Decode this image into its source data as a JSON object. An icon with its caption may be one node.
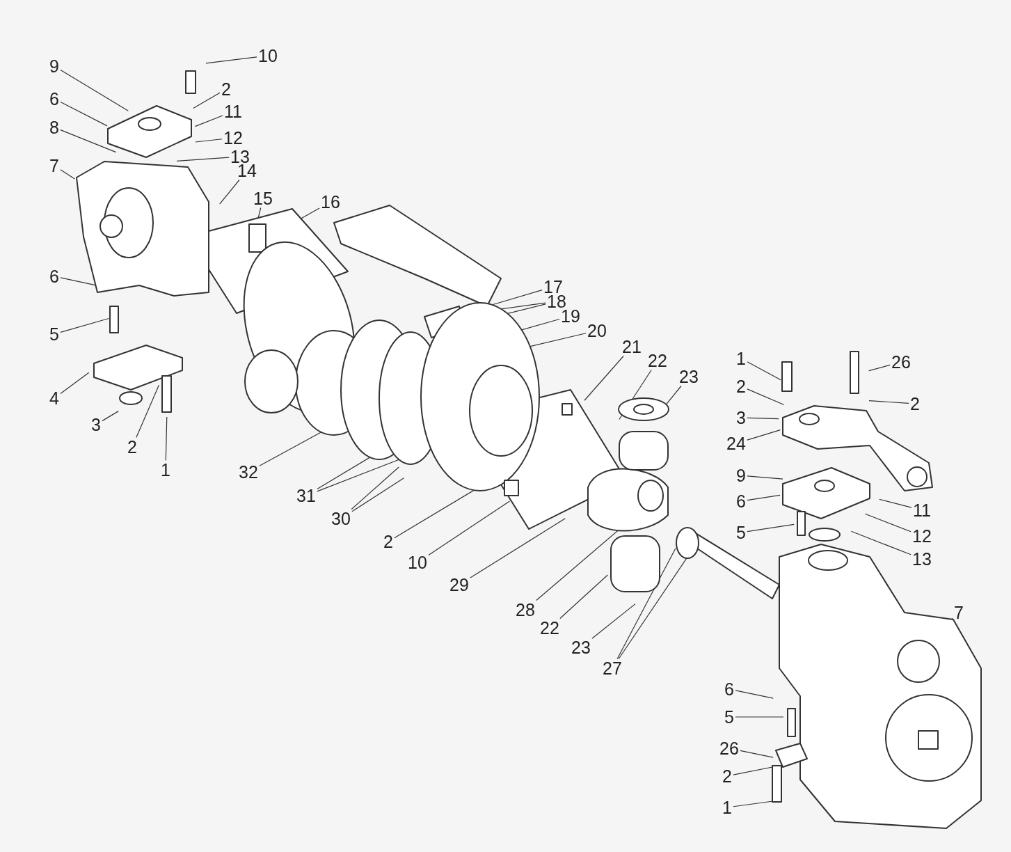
{
  "diagram": {
    "nodes": [
      {
        "text": [
          "9"
        ]
      },
      {
        "text": [
          "10"
        ]
      },
      {
        "text": [
          "2"
        ]
      },
      {
        "text": [
          "6"
        ]
      },
      {
        "text": [
          "11"
        ]
      },
      {
        "text": [
          "12"
        ]
      },
      {
        "text": [
          "8"
        ]
      },
      {
        "text": [
          "13"
        ]
      },
      {
        "text": [
          "7"
        ]
      },
      {
        "text": [
          "14"
        ]
      },
      {
        "text": [
          "15"
        ]
      },
      {
        "text": [
          "16"
        ]
      },
      {
        "text": [
          "6"
        ]
      },
      {
        "text": [
          "5"
        ]
      },
      {
        "text": [
          "4"
        ]
      },
      {
        "text": [
          "3"
        ]
      },
      {
        "text": [
          "2"
        ]
      },
      {
        "text": [
          "1"
        ]
      },
      {
        "text": [
          "17"
        ]
      },
      {
        "text": [
          "18"
        ]
      },
      {
        "text": [
          "19"
        ]
      },
      {
        "text": [
          "20"
        ]
      },
      {
        "text": [
          "21"
        ]
      },
      {
        "text": [
          "22"
        ]
      },
      {
        "text": [
          "23"
        ]
      },
      {
        "text": [
          "32"
        ]
      },
      {
        "text": [
          "31"
        ]
      },
      {
        "text": [
          "30"
        ]
      },
      {
        "text": [
          "2"
        ]
      },
      {
        "text": [
          "10"
        ]
      },
      {
        "text": [
          "29"
        ]
      },
      {
        "text": [
          "28"
        ]
      },
      {
        "text": [
          "22"
        ]
      },
      {
        "text": [
          "23"
        ]
      },
      {
        "text": [
          "27"
        ]
      },
      {
        "text": [
          "1"
        ]
      },
      {
        "text": [
          "26"
        ]
      },
      {
        "text": [
          "2"
        ]
      },
      {
        "text": [
          "2"
        ]
      },
      {
        "text": [
          "3"
        ]
      },
      {
        "text": [
          "24"
        ]
      },
      {
        "text": [
          "9"
        ]
      },
      {
        "text": [
          "11"
        ]
      },
      {
        "text": [
          "6"
        ]
      },
      {
        "text": [
          "12"
        ]
      },
      {
        "text": [
          "5"
        ]
      },
      {
        "text": [
          "13"
        ]
      },
      {
        "text": [
          "7"
        ]
      },
      {
        "text": [
          "6"
        ]
      },
      {
        "text": [
          "5"
        ]
      },
      {
        "text": [
          "26"
        ]
      },
      {
        "text": [
          "2"
        ]
      },
      {
        "text": [
          "1"
        ]
      }
    ],
    "edges": [
      {
        "from": 0,
        "to": null,
        "arrow": "none"
      },
      {
        "from": 1,
        "to": null,
        "arrow": "none"
      },
      {
        "from": 2,
        "to": null,
        "arrow": "none"
      },
      {
        "from": 3,
        "to": null,
        "arrow": "none"
      },
      {
        "from": 4,
        "to": null,
        "arrow": "none"
      },
      {
        "from": 5,
        "to": null,
        "arrow": "none"
      },
      {
        "from": 6,
        "to": null,
        "arrow": "none"
      },
      {
        "from": 7,
        "to": null,
        "arrow": "none"
      },
      {
        "from": 8,
        "to": null,
        "arrow": "none"
      },
      {
        "from": 9,
        "to": null,
        "arrow": "none"
      },
      {
        "from": 10,
        "to": null,
        "arrow": "none"
      },
      {
        "from": 11,
        "to": null,
        "arrow": "none"
      },
      {
        "from": 12,
        "to": null,
        "arrow": "none"
      },
      {
        "from": 13,
        "to": null,
        "arrow": "none"
      },
      {
        "from": 14,
        "to": null,
        "arrow": "none"
      },
      {
        "from": 15,
        "to": null,
        "arrow": "none"
      },
      {
        "from": 16,
        "to": null,
        "arrow": "none"
      },
      {
        "from": 17,
        "to": null,
        "arrow": "none"
      },
      {
        "from": 18,
        "to": null,
        "arrow": "none"
      },
      {
        "from": 19,
        "to": null,
        "arrow": "none"
      },
      {
        "from": 19,
        "to": null,
        "arrow": "none"
      },
      {
        "from": 20,
        "to": null,
        "arrow": "none"
      },
      {
        "from": 21,
        "to": null,
        "arrow": "none"
      },
      {
        "from": 22,
        "to": null,
        "arrow": "none"
      },
      {
        "from": 23,
        "to": null,
        "arrow": "none"
      },
      {
        "from": 24,
        "to": null,
        "arrow": "none"
      },
      {
        "from": 25,
        "to": null,
        "arrow": "none"
      },
      {
        "from": 26,
        "to": null,
        "arrow": "none"
      },
      {
        "from": 26,
        "to": null,
        "arrow": "none"
      },
      {
        "from": 27,
        "to": null,
        "arrow": "none"
      },
      {
        "from": 27,
        "to": null,
        "arrow": "none"
      },
      {
        "from": 28,
        "to": null,
        "arrow": "none"
      },
      {
        "from": 29,
        "to": null,
        "arrow": "none"
      },
      {
        "from": 30,
        "to": null,
        "arrow": "none"
      },
      {
        "from": 31,
        "to": null,
        "arrow": "none"
      },
      {
        "from": 32,
        "to": null,
        "arrow": "none"
      },
      {
        "from": 33,
        "to": null,
        "arrow": "none"
      },
      {
        "from": 34,
        "to": null,
        "arrow": "none"
      },
      {
        "from": 34,
        "to": null,
        "arrow": "none"
      },
      {
        "from": 35,
        "to": null,
        "arrow": "none"
      },
      {
        "from": 36,
        "to": null,
        "arrow": "none"
      },
      {
        "from": 37,
        "to": null,
        "arrow": "none"
      },
      {
        "from": 38,
        "to": null,
        "arrow": "none"
      },
      {
        "from": 39,
        "to": null,
        "arrow": "none"
      },
      {
        "from": 40,
        "to": null,
        "arrow": "none"
      },
      {
        "from": 41,
        "to": null,
        "arrow": "none"
      },
      {
        "from": 42,
        "to": null,
        "arrow": "none"
      },
      {
        "from": 43,
        "to": null,
        "arrow": "none"
      },
      {
        "from": 44,
        "to": null,
        "arrow": "none"
      },
      {
        "from": 45,
        "to": null,
        "arrow": "none"
      },
      {
        "from": 46,
        "to": null,
        "arrow": "none"
      },
      {
        "from": 47,
        "to": null,
        "arrow": "none"
      },
      {
        "from": 48,
        "to": null,
        "arrow": "none"
      },
      {
        "from": 49,
        "to": null,
        "arrow": "none"
      },
      {
        "from": 50,
        "to": null,
        "arrow": "none"
      },
      {
        "from": 51,
        "to": null,
        "arrow": "none"
      },
      {
        "from": 52,
        "to": null,
        "arrow": "none"
      }
    ]
  }
}
